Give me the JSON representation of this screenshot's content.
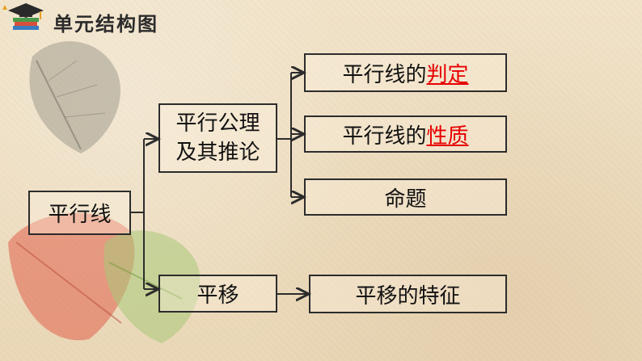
{
  "header": {
    "title": "单元结构图",
    "icon": "graduation-cap-books-icon"
  },
  "diagram": {
    "root": "平行线",
    "branch_axiom_line1": "平行公理",
    "branch_axiom_line2": "及其推论",
    "judgement_prefix": "平行线的",
    "judgement_highlight": "判定",
    "property_prefix": "平行线的",
    "property_highlight": "性质",
    "proposition": "命题",
    "translation": "平移",
    "translation_feature": "平移的特征"
  },
  "colors": {
    "highlight": "#e60000",
    "border": "#2c2c2c",
    "background": "#efe0c4"
  }
}
